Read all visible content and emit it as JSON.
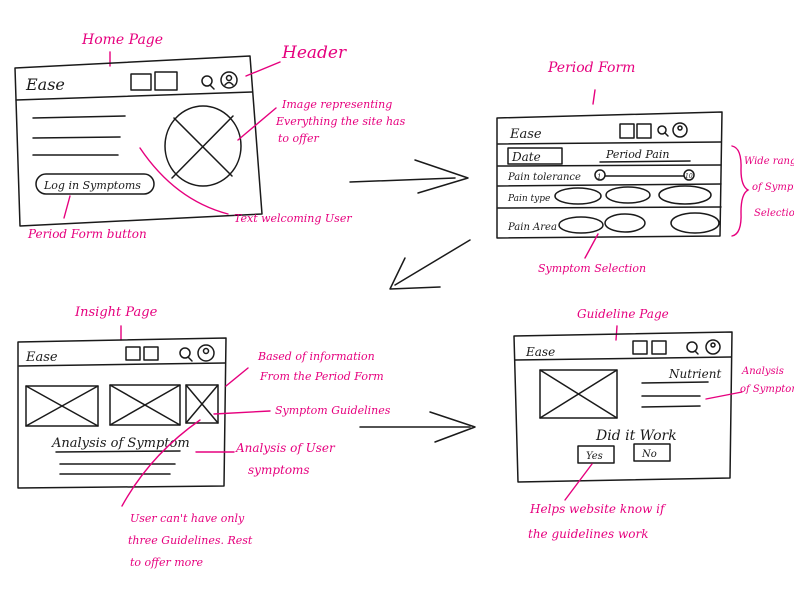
{
  "colors": {
    "ink": "#1a1a1a",
    "annotation": "#e6007e",
    "background": "#ffffff"
  },
  "brand": "Ease",
  "home": {
    "title": "Home Page",
    "header_note": "Header",
    "image_note": [
      "Image representing",
      "Everything the site has",
      "to offer"
    ],
    "button_label": "Log in Symptoms",
    "button_note": "Period Form button",
    "text_note": "Text welcoming User"
  },
  "period": {
    "title": "Period Form",
    "date_label": "Date",
    "period_pain": "Period Pain",
    "pain_tolerance": "Pain tolerance",
    "slider_min": "1",
    "slider_max": "10",
    "pain_type": "Pain type",
    "pain_area": "Pain Area",
    "range_note": [
      "Wide range",
      "of Symptom",
      "Selection"
    ],
    "selection_note": "Symptom Selection"
  },
  "insight": {
    "title": "Insight Page",
    "analysis": "Analysis of Symptom",
    "based_note": [
      "Based of information",
      "From the Period Form"
    ],
    "guidelines_note": "Symptom Guidelines",
    "analysis_note": [
      "Analysis of User",
      "symptoms"
    ],
    "limit_note": [
      "User can't have only",
      "three Guidelines. Rest",
      "to offer more"
    ]
  },
  "guideline": {
    "title": "Guideline Page",
    "nutrient": "Nutrient",
    "question": "Did it Work",
    "yes": "Yes",
    "no": "No",
    "analysis_note": [
      "Analysis",
      "of Symptom"
    ],
    "helps_note": [
      "Helps website know if",
      "the guidelines work"
    ]
  }
}
